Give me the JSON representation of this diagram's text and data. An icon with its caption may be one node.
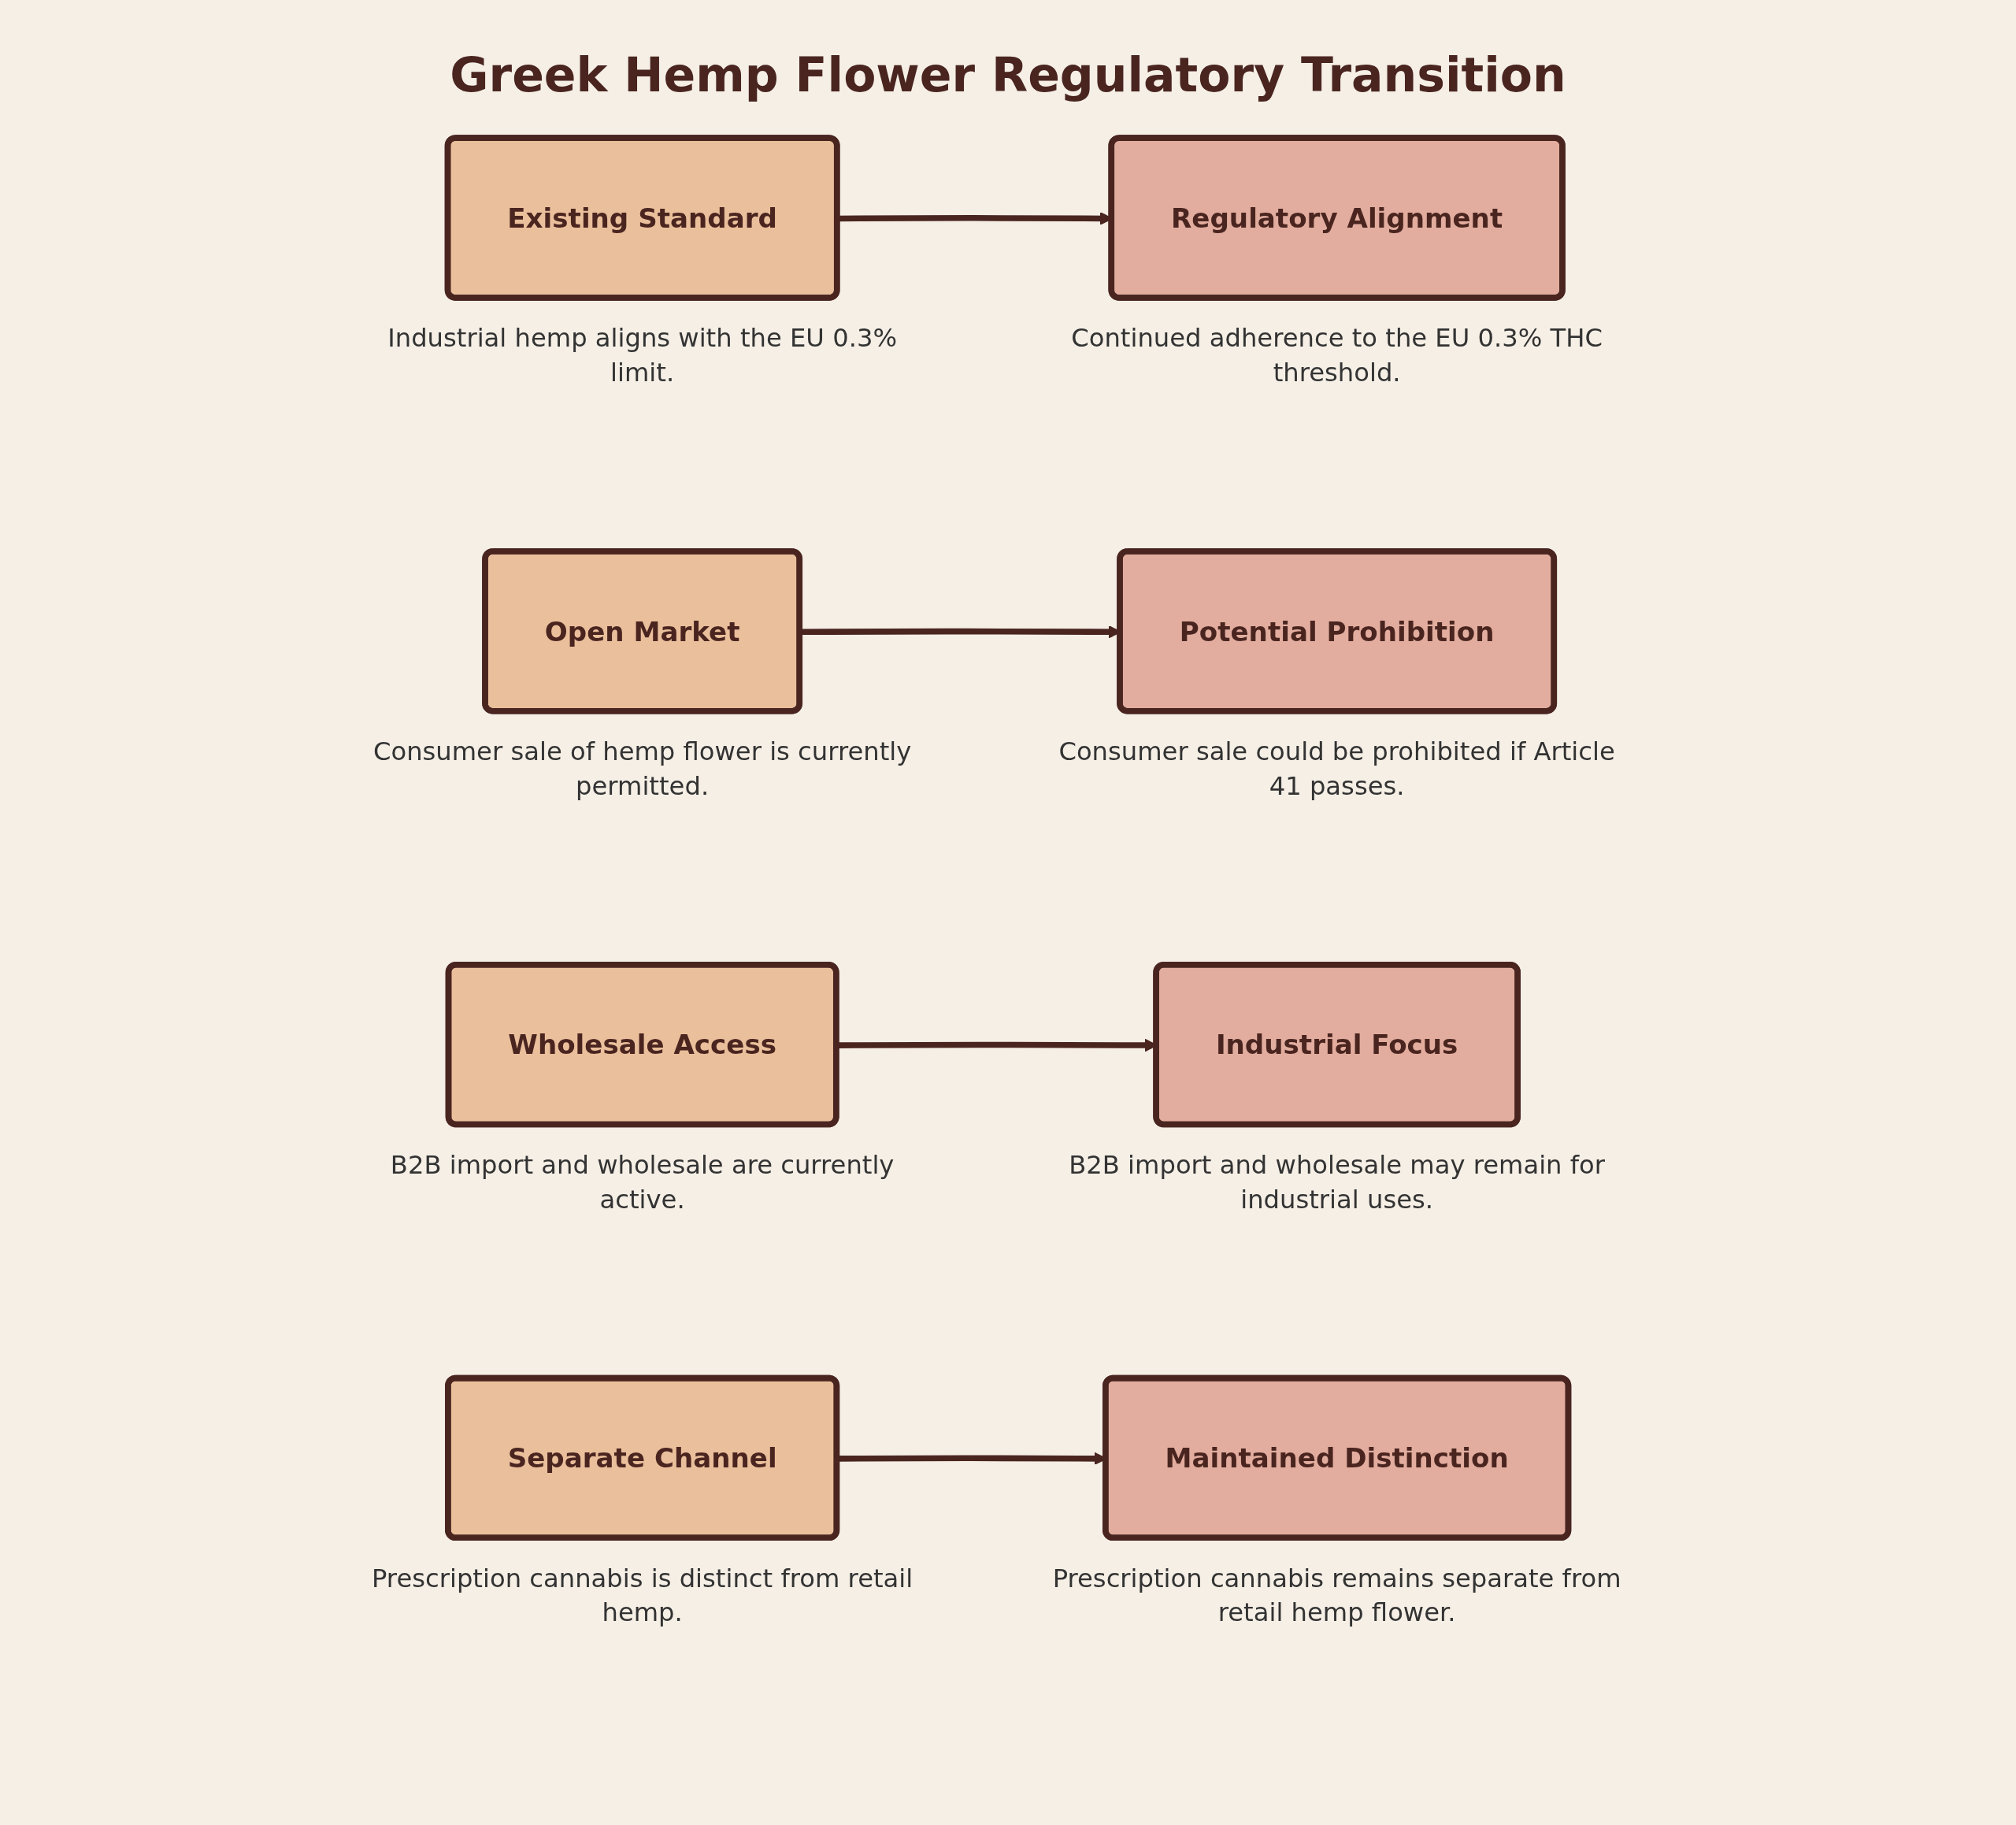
{
  "diagram": {
    "title": "Greek Hemp Flower Regulatory Transition",
    "nodes": [
      {
        "text": [
          "Existing Standard"
        ],
        "beside": [
          "Industrial hemp aligns with the EU 0.3% limit."
        ]
      },
      {
        "text": [
          "Regulatory Alignment"
        ],
        "beside": [
          "Continued adherence to the EU 0.3% THC threshold."
        ]
      },
      {
        "text": [
          "Open Market"
        ],
        "beside": [
          "Consumer sale of hemp flower is currently permitted."
        ]
      },
      {
        "text": [
          "Potential Prohibition"
        ],
        "beside": [
          "Consumer sale could be prohibited if Article 41 passes."
        ]
      },
      {
        "text": [
          "Wholesale Access"
        ],
        "beside": [
          "B2B import and wholesale are currently active."
        ]
      },
      {
        "text": [
          "Industrial Focus"
        ],
        "beside": [
          "B2B import and wholesale may remain for industrial uses."
        ]
      },
      {
        "text": [
          "Separate Channel"
        ],
        "beside": [
          "Prescription cannabis is distinct from retail hemp."
        ]
      },
      {
        "text": [
          "Maintained Distinction"
        ],
        "beside": [
          "Prescription cannabis remains separate from retail hemp flower."
        ]
      }
    ],
    "edges": [
      {
        "from": 0,
        "to": 1,
        "arrow": "to"
      },
      {
        "from": 2,
        "to": 3,
        "arrow": "to"
      },
      {
        "from": 4,
        "to": 5,
        "arrow": "to"
      },
      {
        "from": 6,
        "to": 7,
        "arrow": "to"
      }
    ]
  }
}
